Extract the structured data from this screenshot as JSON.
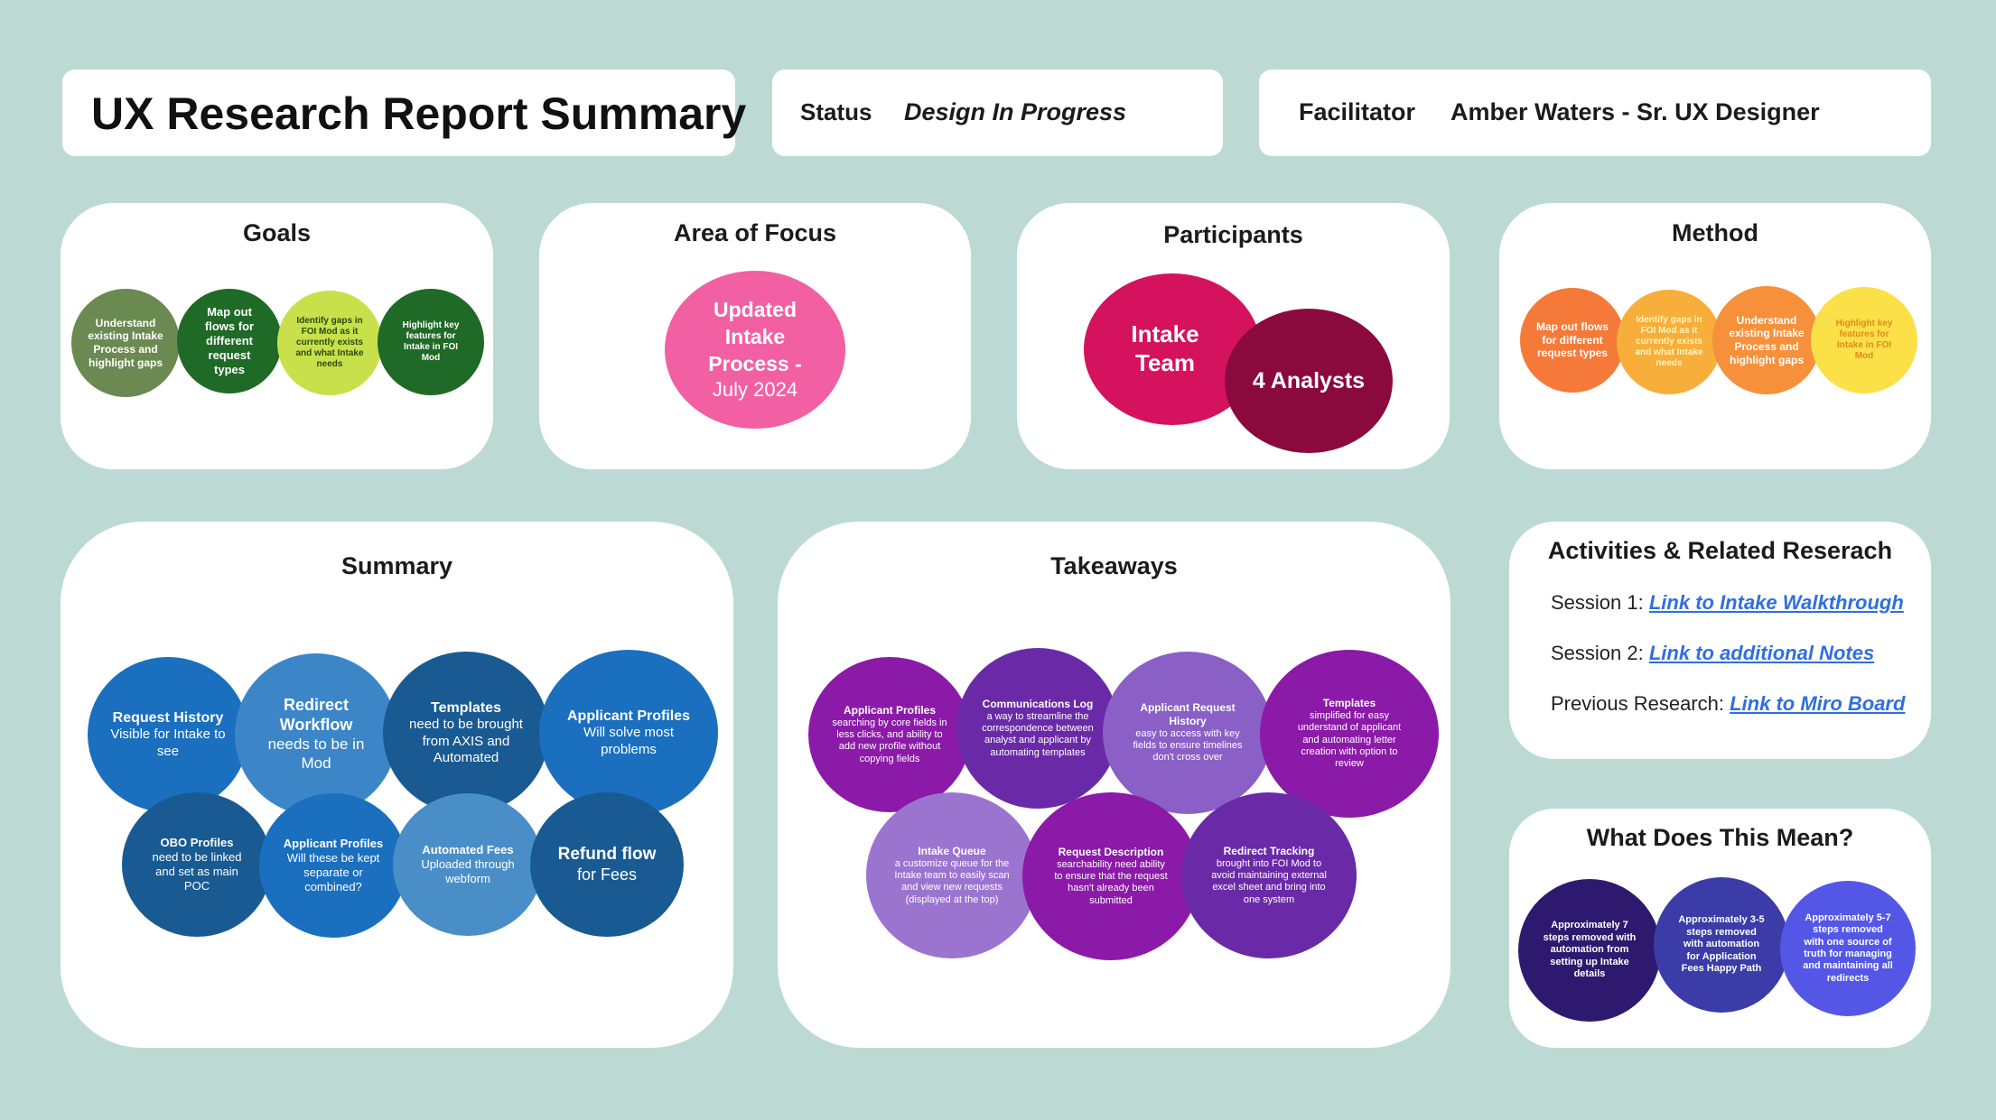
{
  "header": {
    "title": "UX Research Report Summary",
    "status_label": "Status",
    "status_value": "Design In Progress",
    "facilitator_label": "Facilitator",
    "facilitator_value": "Amber Waters - Sr. UX Designer"
  },
  "goals": {
    "title": "Goals",
    "items": [
      {
        "text": "Understand existing Intake Process and highlight gaps",
        "color": "#6b8a52"
      },
      {
        "text": "Map out flows for different request types",
        "color": "#1f6a26"
      },
      {
        "text": "Identify gaps in FOI Mod as it currently exists and what Intake needs",
        "color": "#c8e04a"
      },
      {
        "text": "Highlight key features for Intake in FOI Mod",
        "color": "#1f6a26"
      }
    ]
  },
  "focus": {
    "title": "Area of Focus",
    "bold": "Updated Intake Process -",
    "date": "July 2024",
    "color": "#f25fa3"
  },
  "participants": {
    "title": "Participants",
    "items": [
      {
        "text": "Intake Team",
        "color": "#d4125d"
      },
      {
        "text": "4 Analysts",
        "color": "#8a0a3e"
      }
    ]
  },
  "method": {
    "title": "Method",
    "items": [
      {
        "text": "Map out flows for different request types",
        "color": "#f57a3a"
      },
      {
        "text": "Identify gaps in FOI Mod as it currently exists and what Intake needs",
        "color": "#f8ae3b"
      },
      {
        "text": "Understand existing Intake Process and highlight gaps",
        "color": "#f6903a"
      },
      {
        "text": "Highlight key features for Intake in FOI Mod",
        "color": "#fbe048"
      }
    ]
  },
  "summary": {
    "title": "Summary",
    "items": [
      {
        "bold": "Request History",
        "text": "Visible for Intake to see",
        "color": "#1a6fbf"
      },
      {
        "bold": "Redirect Workflow",
        "text": "needs to be in Mod",
        "color": "#3c86c8"
      },
      {
        "bold": "Templates",
        "text": "need to be brought from AXIS and Automated",
        "color": "#195a92"
      },
      {
        "bold": "Applicant Profiles",
        "text": "Will solve most problems",
        "color": "#1a6fbf"
      },
      {
        "bold": "OBO Profiles",
        "text": "need to be linked and set as main POC",
        "color": "#195a92"
      },
      {
        "bold": "Applicant Profiles",
        "text": "Will these be kept separate or combined?",
        "color": "#1a6fbf"
      },
      {
        "bold": "Automated Fees",
        "text": "Uploaded through webform",
        "color": "#4a8ec8"
      },
      {
        "bold": "Refund flow",
        "text": "for Fees",
        "color": "#195a92"
      }
    ]
  },
  "takeaways": {
    "title": "Takeaways",
    "items": [
      {
        "bold": "Applicant Profiles",
        "text": "searching by core fields in less clicks, and ability to add new profile without copying fields",
        "color": "#8b1aa8"
      },
      {
        "bold": "Communications Log",
        "text": "a way to streamline the correspondence between analyst and applicant by automating templates",
        "color": "#6a2aa8"
      },
      {
        "bold": "Applicant Request History",
        "text": "easy to access with key fields to ensure timelines don't cross over",
        "color": "#8a5fc6"
      },
      {
        "bold": "Templates",
        "text": "simplified for easy understand of applicant and automating letter creation with option to review",
        "color": "#8b1aa8"
      },
      {
        "bold": "Intake Queue",
        "text": "a customize queue for the Intake team to easily scan and view new requests (displayed at the top)",
        "color": "#9b74d0"
      },
      {
        "bold": "Request Description",
        "text": "searchability need ability to ensure that the request hasn't already been submitted",
        "color": "#8b1aa8"
      },
      {
        "bold": "Redirect Tracking",
        "text": "brought into FOI Mod to avoid maintaining external excel sheet and bring into one system",
        "color": "#6a2aa8"
      }
    ]
  },
  "activities": {
    "title": "Activities & Related Reserach",
    "rows": [
      {
        "label": "Session 1:",
        "link": "Link to Intake Walkthrough"
      },
      {
        "label": "Session 2:",
        "link": "Link to additional Notes"
      },
      {
        "label": "Previous Research:",
        "link": "Link to Miro Board"
      }
    ]
  },
  "meaning": {
    "title": "What Does This Mean?",
    "items": [
      {
        "text": "Approximately 7 steps removed with automation from setting up Intake details",
        "color": "#2d1a6e"
      },
      {
        "text": "Approximately 3-5 steps removed with automation for Application Fees Happy Path",
        "color": "#3b3ca8"
      },
      {
        "text": "Approximately 5-7 steps removed with one source of truth for managing and maintaining all redirects",
        "color": "#5457e6"
      }
    ]
  }
}
